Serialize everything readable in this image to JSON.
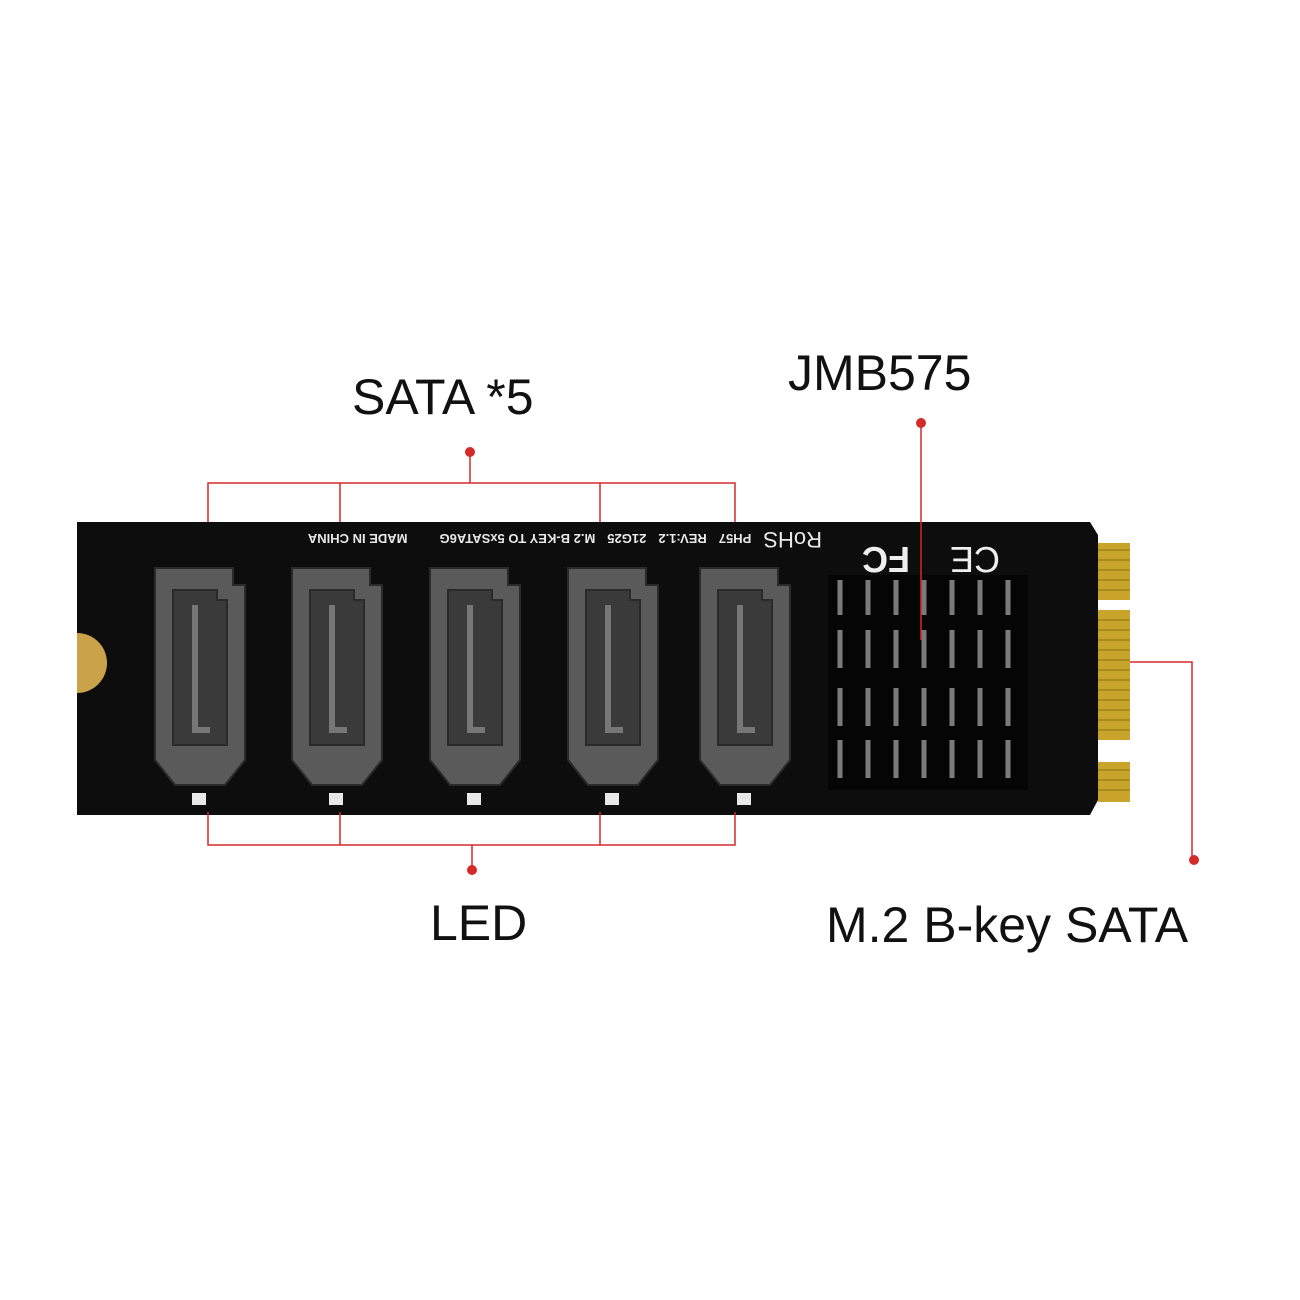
{
  "labels": {
    "sata": "SATA *5",
    "chip": "JMB575",
    "led": "LED",
    "interface": "M.2 B-key SATA"
  },
  "silkscreen": {
    "made_in": "MADE IN CHINA",
    "model": "M.2 B-KEY TO 5xSATA6G",
    "date": "21G25",
    "rev": "REV:1.2",
    "pn": "PH57",
    "rohs": "RoHS",
    "fc": "FC",
    "ce": "CE"
  },
  "colors": {
    "pcb": "#0d0d0d",
    "port": "#5a5a5a",
    "gold": "#c8a52a",
    "annotation": "#d42a2a"
  }
}
